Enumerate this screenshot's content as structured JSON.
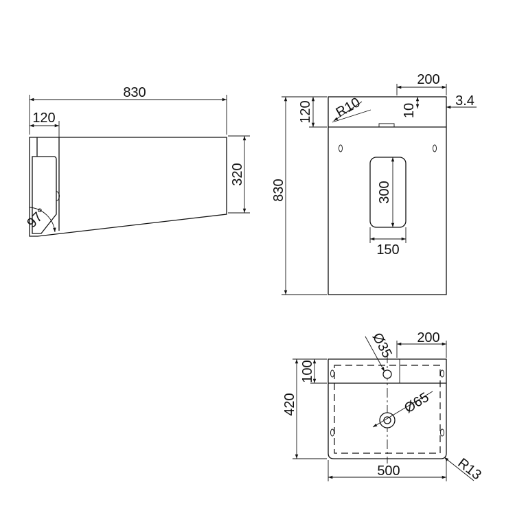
{
  "side_view": {
    "overall_width": "830",
    "top_depth": "120",
    "front_height": "320",
    "angle": "97°"
  },
  "front_view": {
    "overall_height": "830",
    "backsplash_height": "120",
    "radius": "R10",
    "shelf_width": "200",
    "shelf_thickness": "10",
    "offset": "3.4",
    "slot_height": "300",
    "slot_width": "150"
  },
  "top_view": {
    "tap_hole": "Ø35",
    "shelf_width": "200",
    "shelf_depth": "100",
    "depth": "420",
    "drain": "Ø65",
    "width": "500",
    "corner_radius": "R13"
  },
  "colors": {
    "line": "#111111",
    "background": "#ffffff"
  }
}
